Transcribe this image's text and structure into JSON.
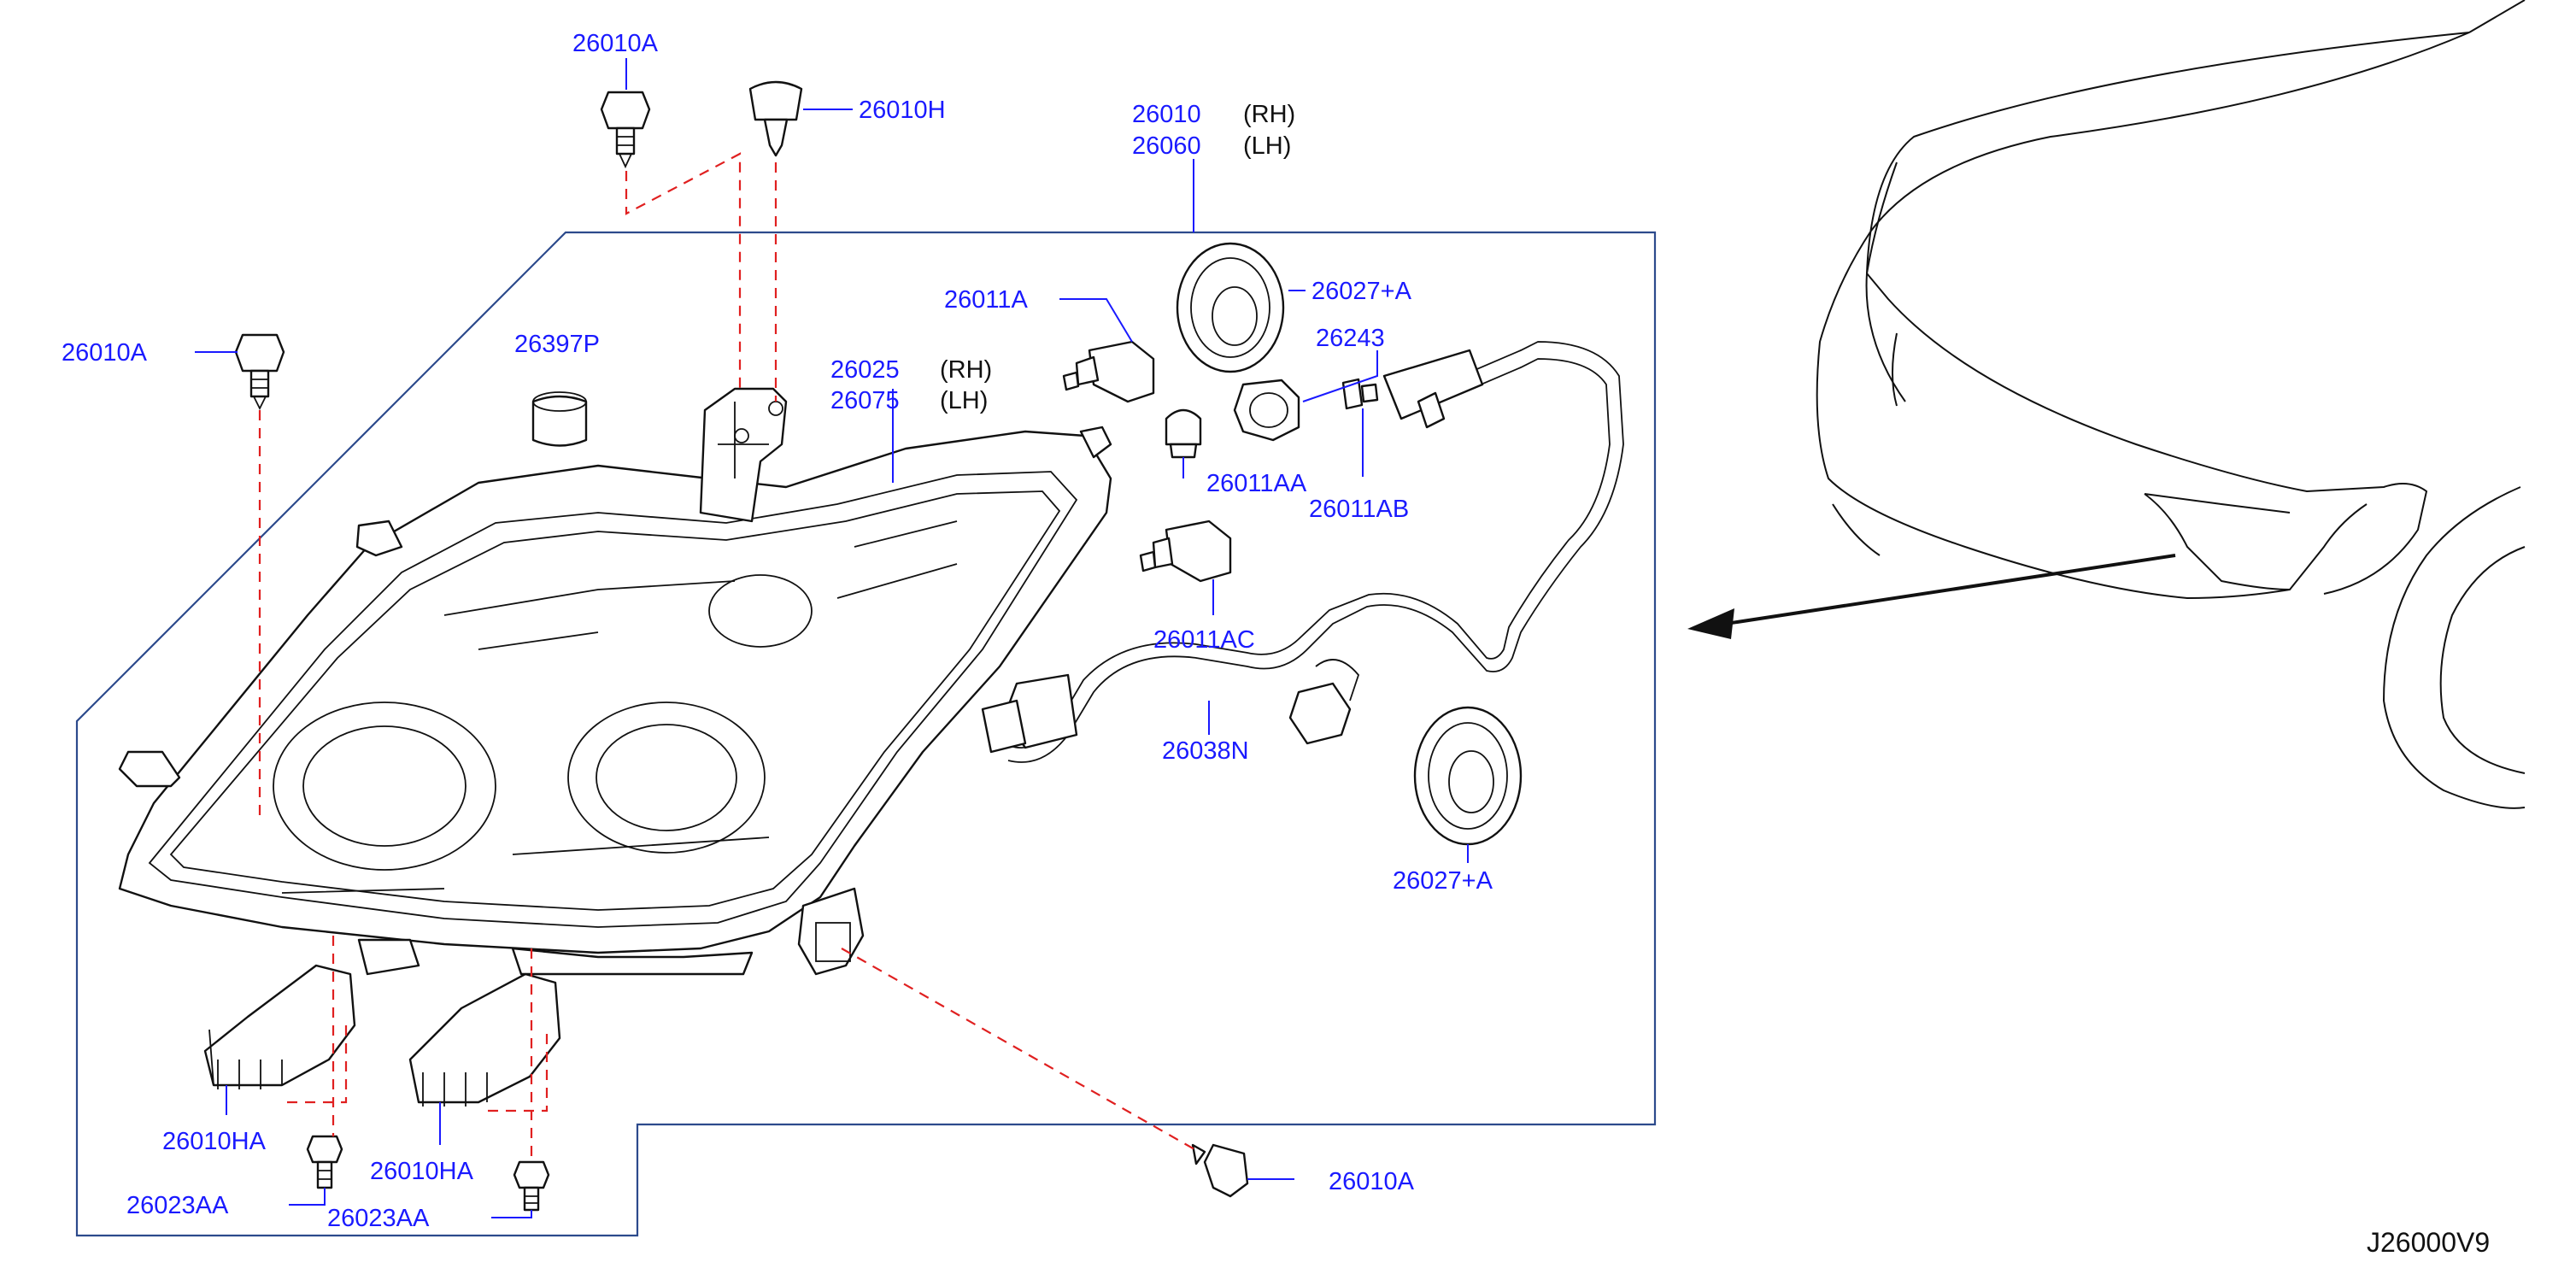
{
  "diagram": {
    "reference_code": "J26000V9",
    "part_numbers": {
      "screw_top": "26010A",
      "clip_top": "26010H",
      "headlamp_assy_rh": "26010",
      "headlamp_assy_lh": "26060",
      "side_rh": "(RH)",
      "side_lh": "(LH)",
      "cap_top": "26027+A",
      "bulb_high": "26011A",
      "socket": "26243",
      "screw_left": "26010A",
      "bolt_cap": "26397P",
      "housing_rh": "26025",
      "housing_lh": "26075",
      "bulb_small": "26011AA",
      "bulb_wedge": "26011AB",
      "bulb_fog": "26011AC",
      "harness": "26038N",
      "cap_bottom": "26027+A",
      "bracket_left": "26010HA",
      "bracket_right": "26010HA",
      "screw_bracket_left": "26023AA",
      "screw_bracket_right": "26023AA",
      "screw_bottom": "26010A"
    }
  }
}
